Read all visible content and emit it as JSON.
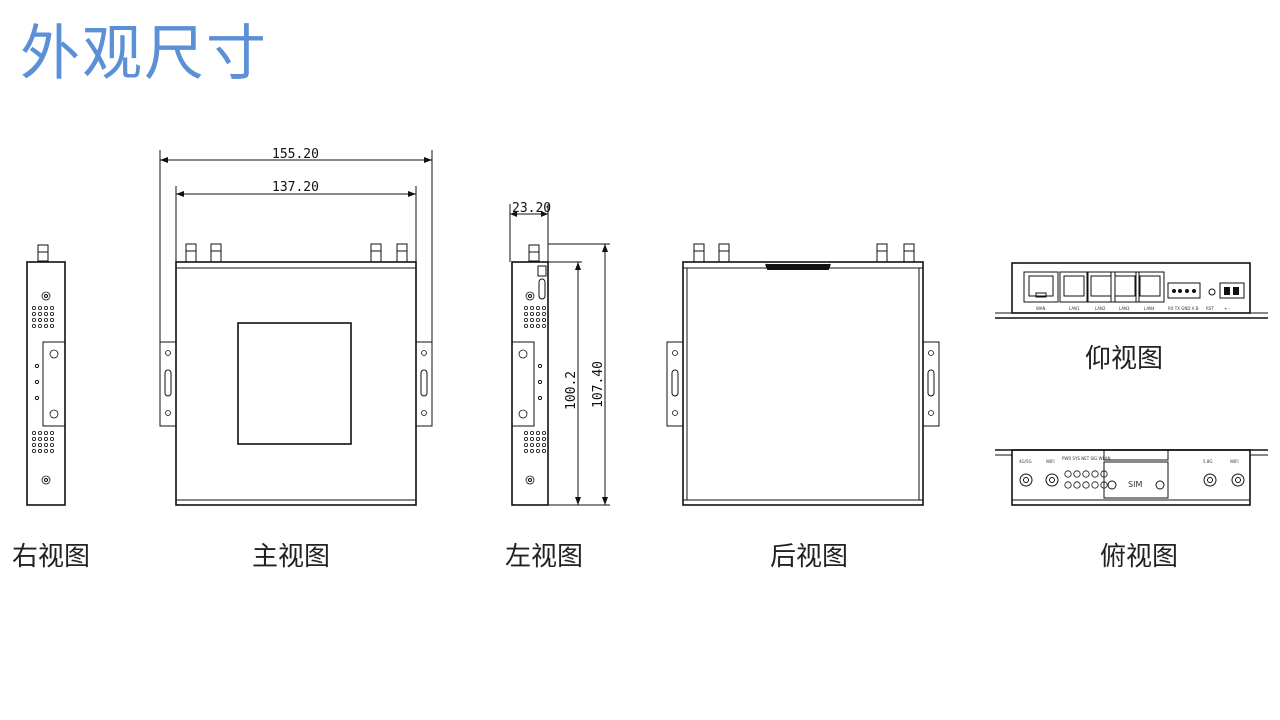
{
  "title": "外观尺寸",
  "views": {
    "right": "右视图",
    "front": "主视图",
    "left": "左视图",
    "rear": "后视图",
    "bottom": "仰视图",
    "top": "俯视图"
  },
  "dimensions": {
    "overall_width": "155.20",
    "body_width": "137.20",
    "depth": "23.20",
    "body_height": "100.2",
    "overall_height": "107.40"
  },
  "port_labels": {
    "wan": "WAN",
    "lan1": "LAN1",
    "lan2": "LAN2",
    "lan3": "LAN3",
    "lan4": "LAN4",
    "terminal": "RX TX GND A B",
    "rst": "RST",
    "power": "+ -",
    "top_left": "4G/5G",
    "top_ant": "WIFI",
    "top_leds": "PWR SYS NET SIG WLAN",
    "top_sim": "SIM",
    "top_right1": "5.8G",
    "top_right2": "WIFI"
  }
}
